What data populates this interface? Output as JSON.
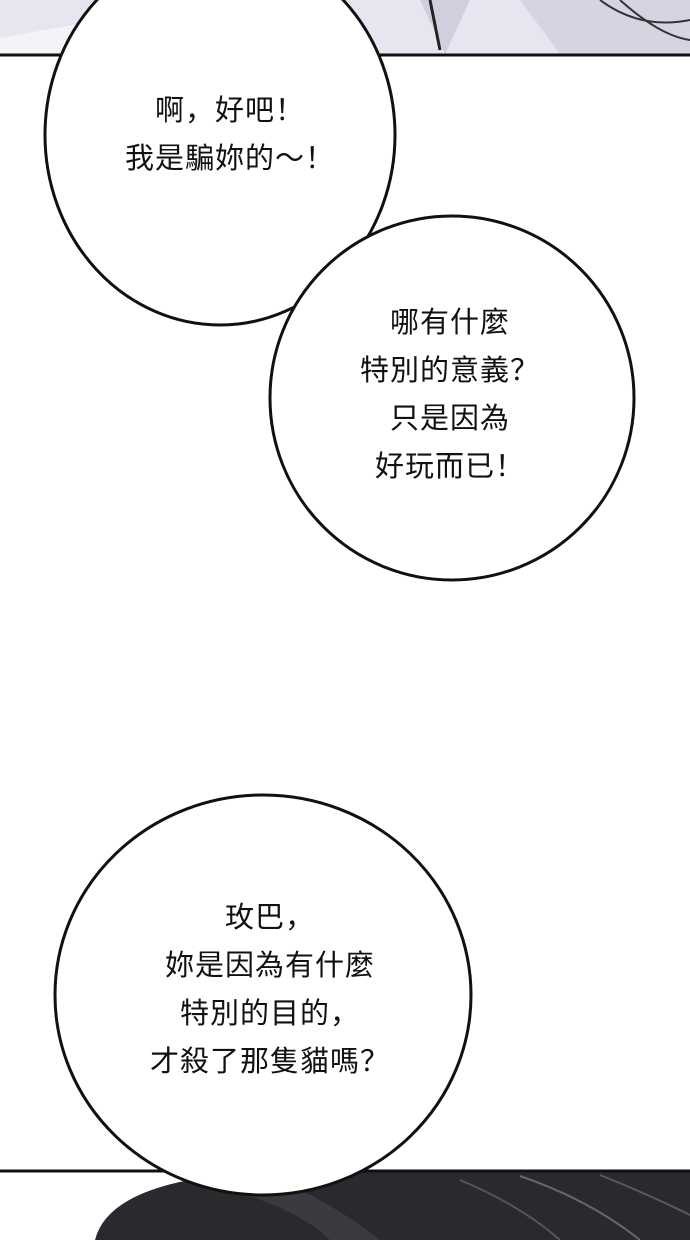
{
  "panels": {
    "bubble_1": {
      "lines": [
        "啊，好吧！",
        "我是騙妳的～！"
      ]
    },
    "bubble_2": {
      "lines": [
        "哪有什麼",
        "特別的意義？",
        "只是因為",
        "好玩而已！"
      ]
    },
    "bubble_3": {
      "lines": [
        "玫巴，",
        "妳是因為有什麼",
        "特別的目的，",
        "才殺了那隻貓嗎？"
      ]
    }
  },
  "colors": {
    "background": "#ffffff",
    "outline": "#111111",
    "panel_art_light": "#e4e4ee",
    "panel_art_dark": "#222226"
  }
}
